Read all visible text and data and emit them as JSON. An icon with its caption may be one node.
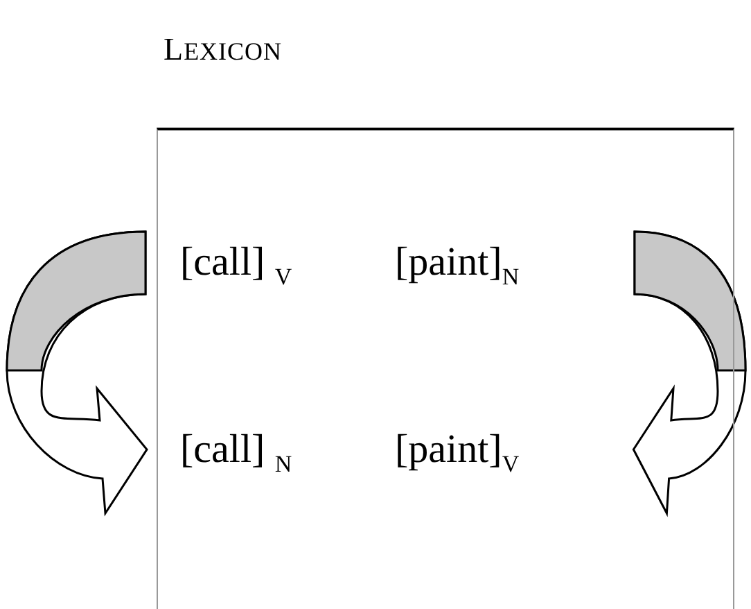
{
  "diagram": {
    "nodes": [
      {
        "text": [
          "LEXICON"
        ]
      },
      {
        "text": [
          "[call] $_{V}$"
        ],
        "in": 0
      },
      {
        "text": [
          "[paint]$_{N}$"
        ],
        "in": 0
      },
      {
        "text": [
          "[call] $_{N}$"
        ],
        "in": 0
      },
      {
        "text": [
          "[paint]$_{V}$"
        ],
        "in": 0
      }
    ],
    "edges": [
      {
        "from": 1,
        "to": 3,
        "arrow": "to"
      },
      {
        "from": 2,
        "to": 4,
        "arrow": "to"
      }
    ]
  }
}
